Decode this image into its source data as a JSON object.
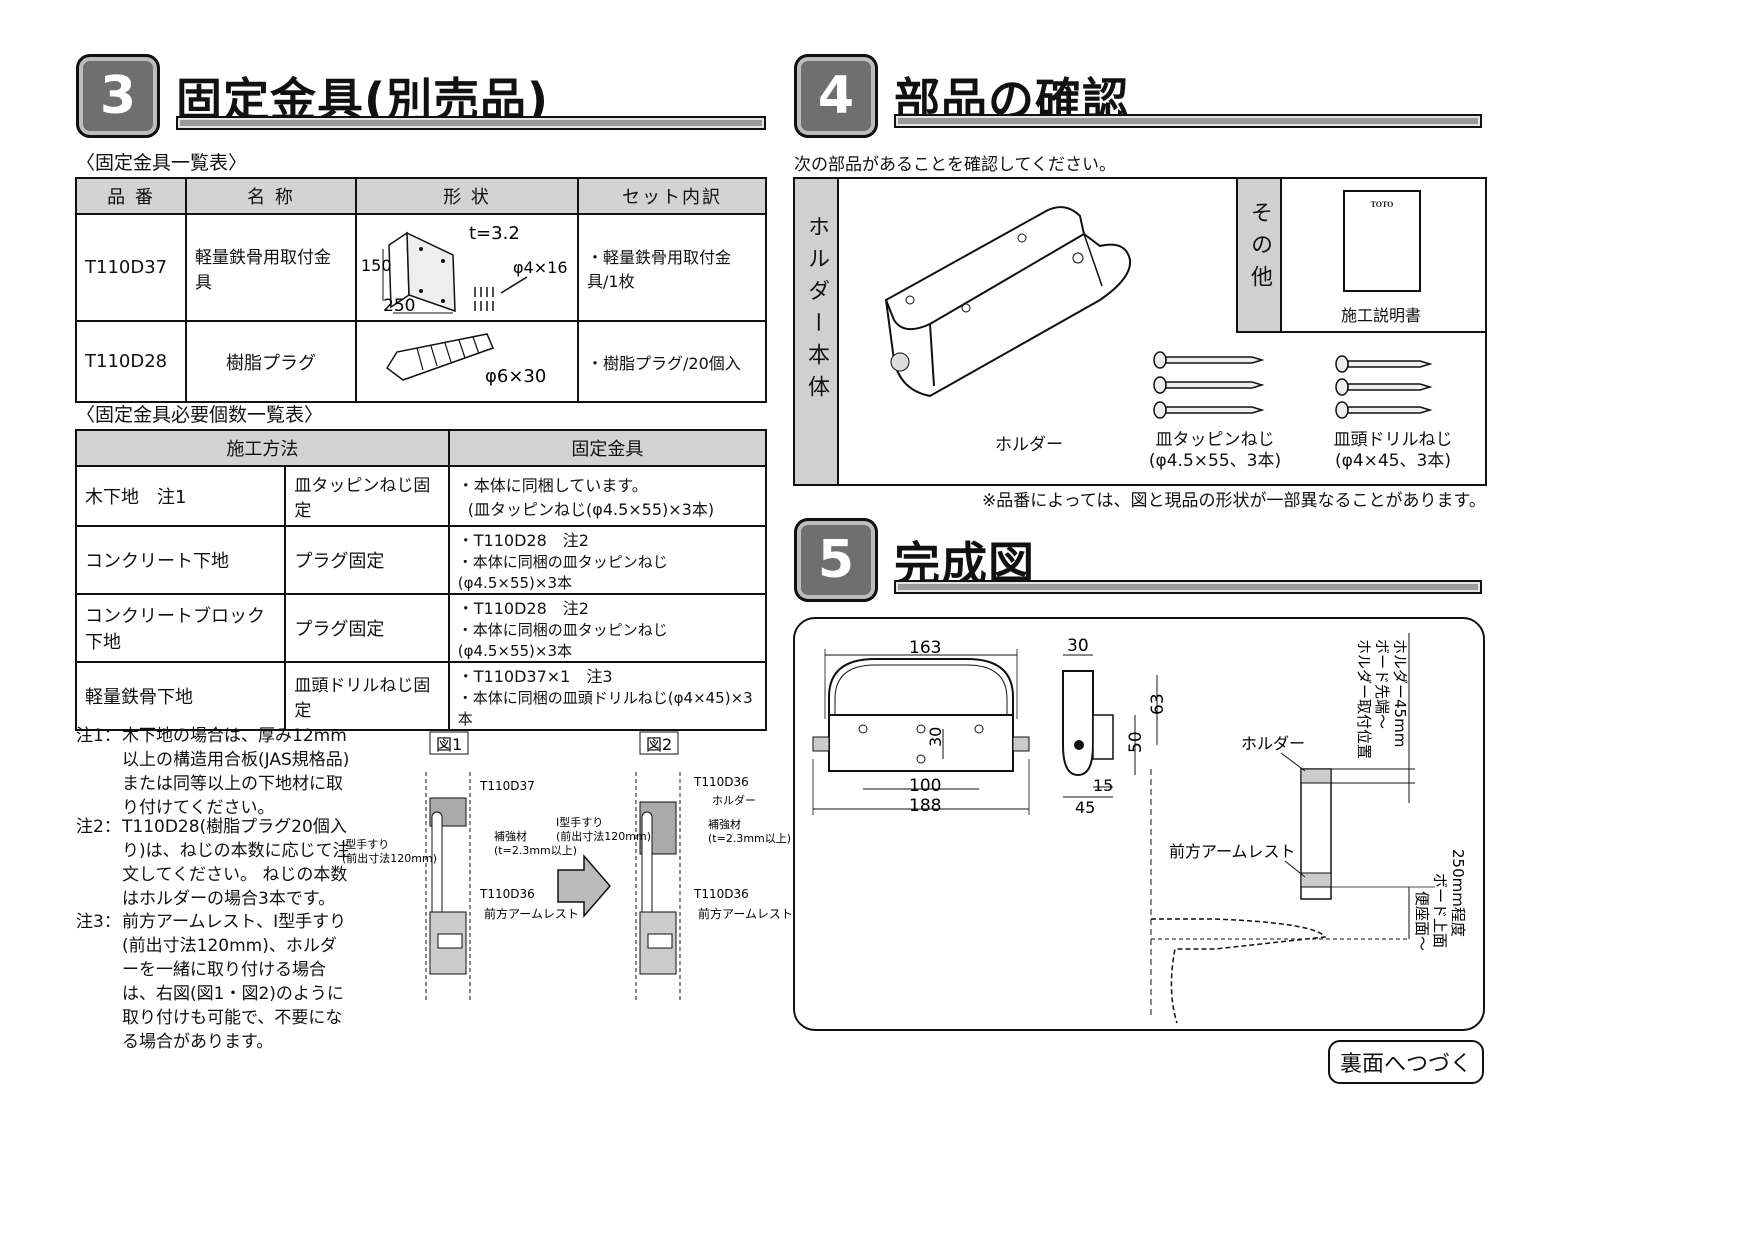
{
  "sec3": {
    "number": "3",
    "title": "固定金具(別売品)",
    "list_caption": "〈固定金具一覧表〉",
    "list_headers": [
      "品 番",
      "名 称",
      "形 状",
      "セット内訳"
    ],
    "list_rows": [
      {
        "code": "T110D37",
        "name": "軽量鉄骨用取付金具",
        "set": "・軽量鉄骨用取付金具/1枚",
        "dims": [
          "t=3.2",
          "150",
          "250",
          "φ4×16"
        ]
      },
      {
        "code": "T110D28",
        "name": "樹脂プラグ",
        "set": "・樹脂プラグ/20個入",
        "dims": [
          "φ6×30"
        ]
      }
    ],
    "req_caption": "〈固定金具必要個数一覧表〉",
    "req_headers": [
      "施工方法",
      "固定金具"
    ],
    "req_rows": [
      {
        "base": "木下地　注1",
        "method": "皿タッピンねじ固定",
        "line1": "・本体に同梱しています。",
        "line2": "(皿タッピンねじ(φ4.5×55)×3本)"
      },
      {
        "base": "コンクリート下地",
        "method": "プラグ固定",
        "line1": "・T110D28　注2",
        "line2": "・本体に同梱の皿タッピンねじ(φ4.5×55)×3本"
      },
      {
        "base": "コンクリートブロック下地",
        "method": "プラグ固定",
        "line1": "・T110D28　注2",
        "line2": "・本体に同梱の皿タッピンねじ(φ4.5×55)×3本"
      },
      {
        "base": "軽量鉄骨下地",
        "method": "皿頭ドリルねじ固定",
        "line1": "・T110D37×1　注3",
        "line2": "・本体に同梱の皿頭ドリルねじ(φ4×45)×3本"
      }
    ],
    "notes": [
      {
        "key": "注1：",
        "text": "木下地の場合は、厚み12mm以上の構造用合板(JAS規格品)または同等以上の下地材に取り付けてください。"
      },
      {
        "key": "注2：",
        "text": "T110D28(樹脂プラグ20個入り)は、ねじの本数に応じて注文してください。 ねじの本数はホルダーの場合3本です。"
      },
      {
        "key": "注3：",
        "text": "前方アームレスト、I型手すり(前出寸法120mm)、ホルダーを一緒に取り付ける場合は、右図(図1・図2)のように取り付けも可能で、不要になる場合があります。"
      }
    ],
    "fig1": {
      "label": "図1",
      "t1": "T110D37",
      "handrail": "I型手すり",
      "handrail2": "(前出寸法120mm)",
      "reinf": "補強材",
      "reinf2": "(t=2.3mm以上)",
      "t2": "T110D36",
      "armrest": "前方アームレスト"
    },
    "fig2": {
      "label": "図2",
      "t1": "T110D36",
      "holder": "ホルダー",
      "handrail": "I型手すり",
      "handrail2": "(前出寸法120mm)",
      "reinf": "補強材",
      "reinf2": "(t=2.3mm以上)",
      "t2": "T110D36",
      "armrest": "前方アームレスト"
    }
  },
  "sec4": {
    "number": "4",
    "title": "部品の確認",
    "intro": "次の部品があることを確認してください。",
    "body_label": "ホルダー本体",
    "other_label": "その他",
    "holder": "ホルダー",
    "screw1": "皿タッピンねじ",
    "screw1_spec": "(φ4.5×55、3本)",
    "screw2": "皿頭ドリルねじ",
    "screw2_spec": "(φ4×45、3本)",
    "manual": "施工説明書",
    "manual_brand": "TOTO",
    "disclaimer": "※品番によっては、図と現品の形状が一部異なることがあります。"
  },
  "sec5": {
    "number": "5",
    "title": "完成図",
    "dims": [
      "163",
      "30",
      "100",
      "188",
      "30",
      "63",
      "50",
      "15",
      "45"
    ],
    "holder": "ホルダー",
    "armrest": "前方アームレスト",
    "pos1": "ホルダー取付位置",
    "pos2": "ボード先端～",
    "pos3": "ホルダー45mm",
    "seat1": "便座面～",
    "seat2": "ボード上面",
    "seat3": "250mm程度"
  },
  "footer": "裏面へつづく"
}
